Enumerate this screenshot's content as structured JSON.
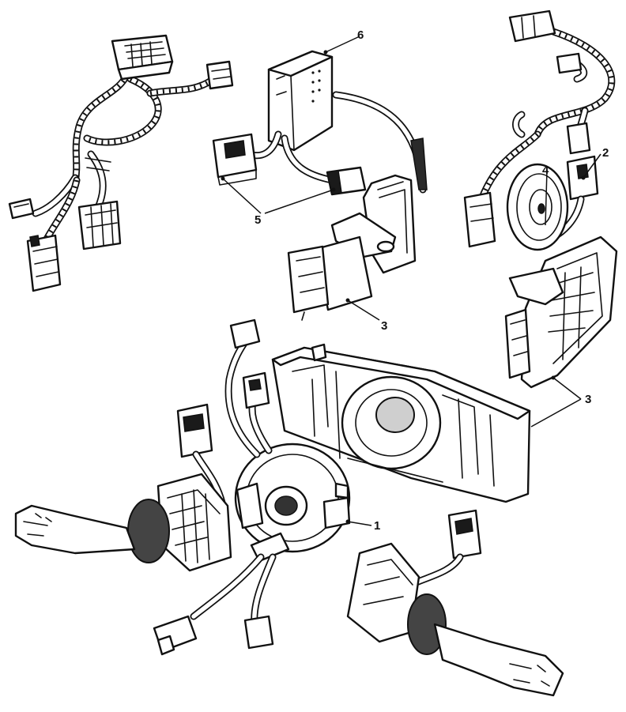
{
  "callouts": {
    "c1": "1",
    "c2": "2",
    "c3a": "3",
    "c3b": "3",
    "c4": "4",
    "c5": "5",
    "c6": "6"
  }
}
